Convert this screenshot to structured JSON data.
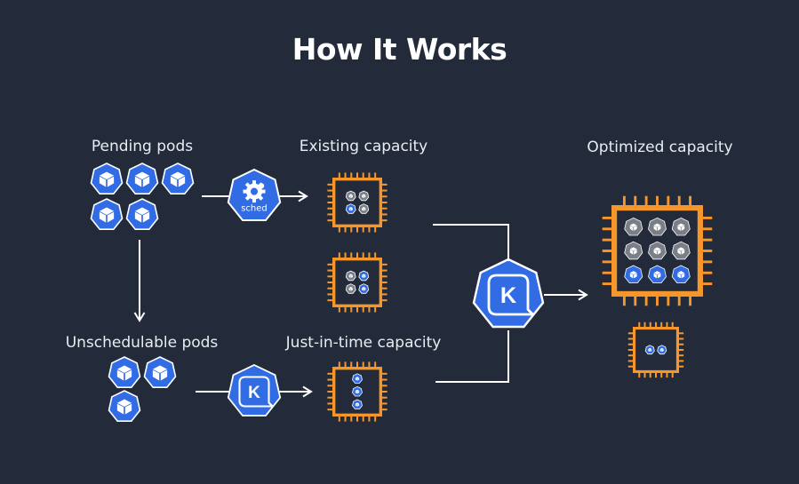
{
  "title": "How It Works",
  "labels": {
    "pending_pods": "Pending pods",
    "existing_capacity": "Existing capacity",
    "optimized_capacity": "Optimized capacity",
    "unschedulable_pods": "Unschedulable pods",
    "just_in_time_capacity": "Just-in-time capacity"
  },
  "scheduler_label": "sched",
  "karpenter_letter": "K",
  "colors": {
    "background": "#232b3a",
    "pod_blue": "#326ce5",
    "chip_orange": "#f7962b",
    "pod_gray": "#7a7e86",
    "connector_white": "#ffffff"
  },
  "icons": {
    "pod": "cube-icon",
    "scheduler": "kube-scheduler-icon",
    "karpenter": "karpenter-icon",
    "node": "chip-icon"
  },
  "nodes": {
    "existing_1": [
      "gray",
      "gray",
      "blue",
      "gray"
    ],
    "existing_2": [
      "gray",
      "blue",
      "gray",
      "blue"
    ],
    "just_in_time": [
      "blue",
      "blue",
      "blue"
    ],
    "optimized_large": [
      "gray",
      "gray",
      "gray",
      "gray",
      "gray",
      "gray",
      "blue",
      "blue",
      "blue"
    ],
    "optimized_small": [
      "blue",
      "blue"
    ]
  }
}
